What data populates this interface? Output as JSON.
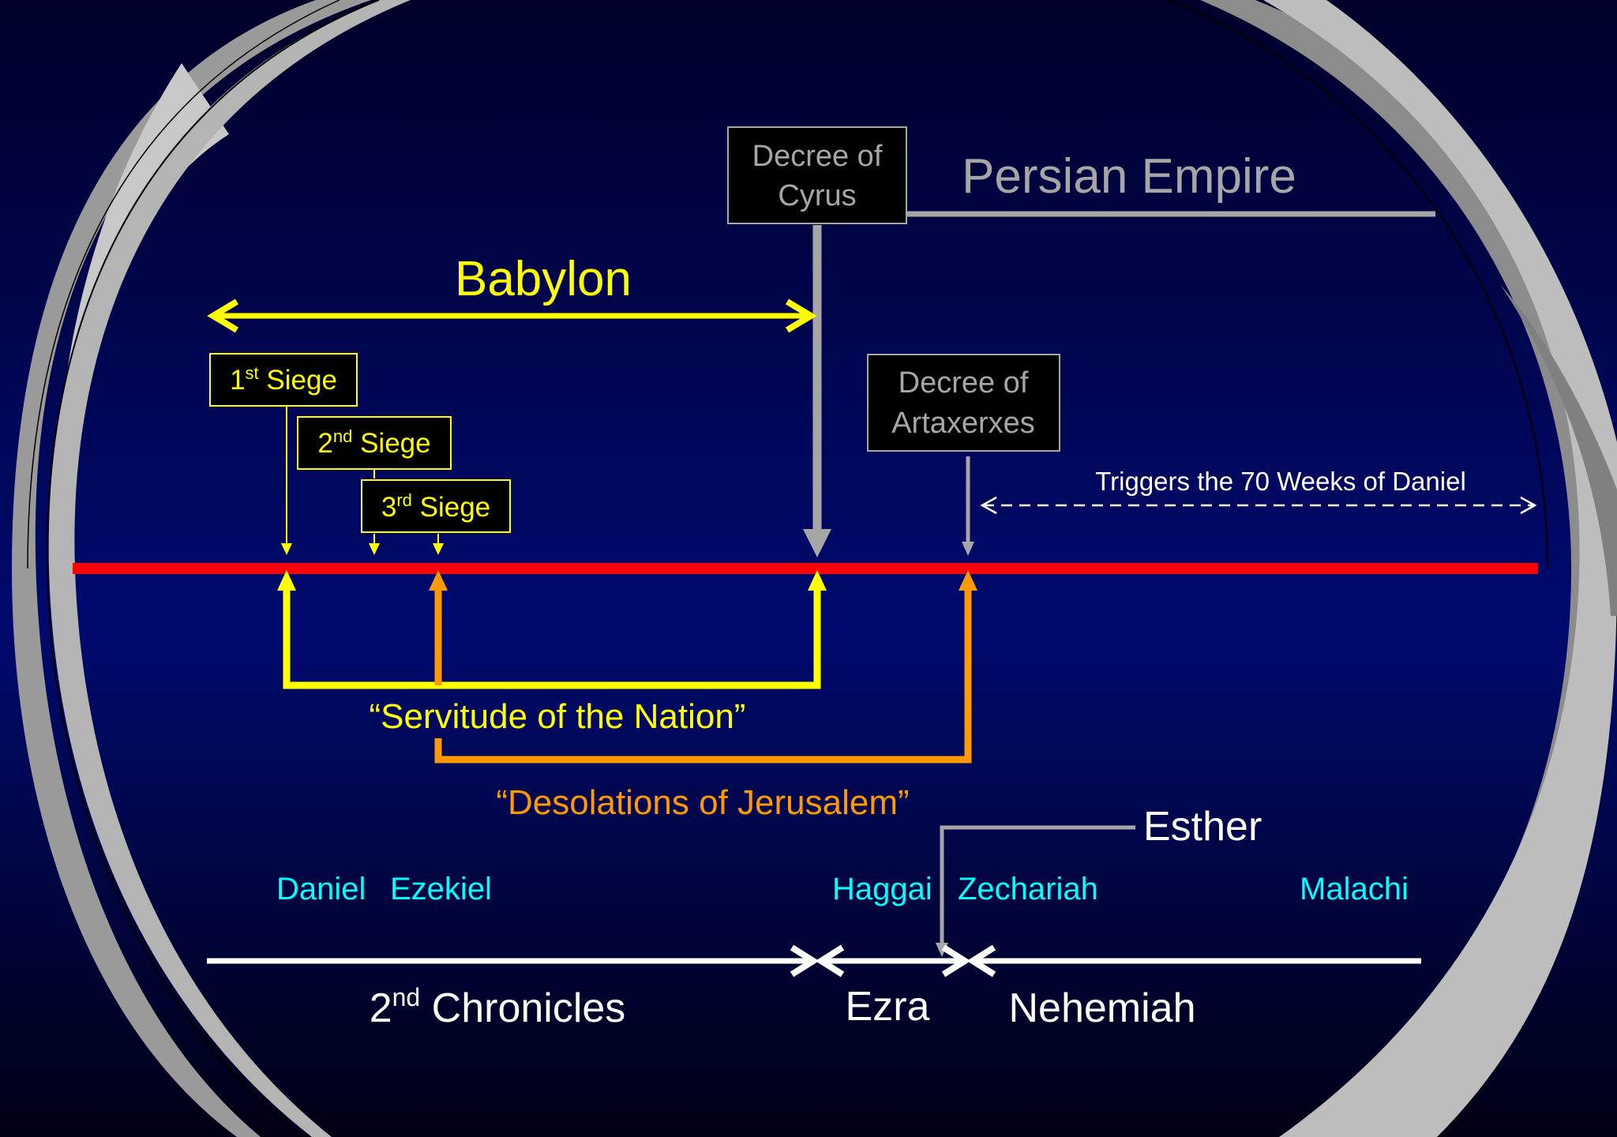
{
  "colors": {
    "bg_top": "#00002e",
    "bg_mid": "#000a6e",
    "timeline": "#ff0000",
    "babylon": "#ffff00",
    "desolation": "#ff9900",
    "persian": "#a6a6a6",
    "prophets": "#00ffff",
    "books": "#ffffff",
    "ring_light": "#c0c0c0",
    "ring_dark": "#808080"
  },
  "persian_empire": "Persian Empire",
  "babylon": "Babylon",
  "decrees": {
    "cyrus": {
      "line1": "Decree of",
      "line2": "Cyrus"
    },
    "artaxerxes": {
      "line1": "Decree of",
      "line2": "Artaxerxes"
    }
  },
  "sieges": [
    {
      "num": "1",
      "sup": "st",
      "label": " Siege"
    },
    {
      "num": "2",
      "sup": "nd",
      "label": " Siege"
    },
    {
      "num": "3",
      "sup": "rd",
      "label": " Siege"
    }
  ],
  "triggers": "Triggers the 70 Weeks of Daniel",
  "servitude": "“Servitude of the Nation”",
  "desolations": "“Desolations of Jerusalem”",
  "esther": "Esther",
  "prophets": [
    "Daniel",
    "Ezekiel",
    "Haggai",
    "Zechariah",
    "Malachi"
  ],
  "books": {
    "chronicles": {
      "num": "2",
      "sup": "nd",
      "label": " Chronicles"
    },
    "ezra": "Ezra",
    "nehemiah": "Nehemiah"
  }
}
